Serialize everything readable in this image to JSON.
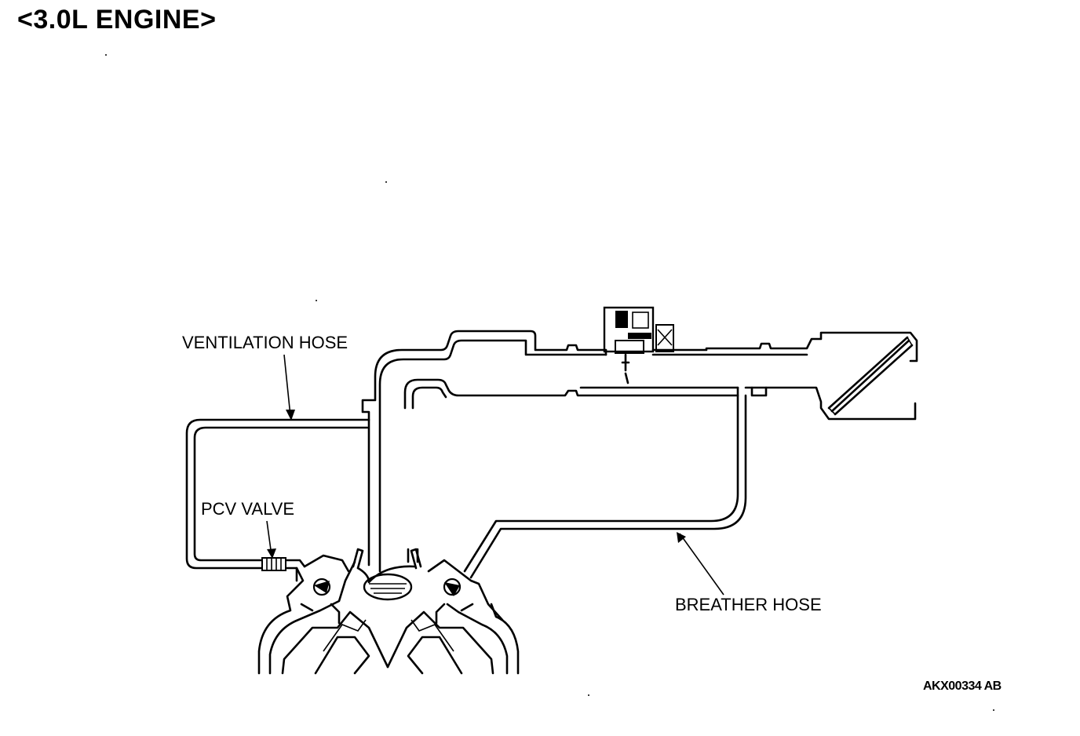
{
  "title": "<3.0L ENGINE>",
  "labels": {
    "ventilation_hose": "VENTILATION HOSE",
    "pcv_valve": "PCV VALVE",
    "breather_hose": "BREATHER HOSE"
  },
  "figure_code": "AKX00334 AB"
}
